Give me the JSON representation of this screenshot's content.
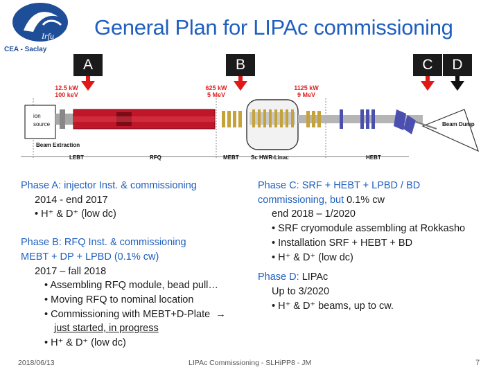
{
  "slide": {
    "title": "General Plan for LIPAc commissioning",
    "logo": {
      "top_text": "Irfu",
      "bottom_text": "CEA - Saclay"
    }
  },
  "markers": [
    {
      "letter": "A",
      "color": "#e01818"
    },
    {
      "letter": "B",
      "color": "#e01818"
    },
    {
      "letter": "C",
      "color": "#e01818"
    },
    {
      "letter": "D",
      "color": "#111111"
    }
  ],
  "diagram": {
    "beam_points": [
      {
        "power": "12.5 kW",
        "energy": "100 keV"
      },
      {
        "power": "625 kW",
        "energy": "5 MeV"
      },
      {
        "power": "1125 kW",
        "energy": "9 MeV"
      }
    ],
    "sections": {
      "ion_source": "ion source",
      "beam_extraction": "Beam Extraction",
      "lebt": "LEBT",
      "rfq": "RFQ",
      "mebt": "MEBT",
      "sc_hwr": "Sc HWR-Linac",
      "hebt": "HEBT",
      "beam_dump": "Beam Dump"
    },
    "colors": {
      "rfq": "#c0162a",
      "beamline": "#9a9a9a",
      "magnets": "#c6a23b",
      "quads": "#4b4fb0"
    }
  },
  "left_column": {
    "phase_a": {
      "label": "Phase A:",
      "desc": "injector Inst. & commissioning",
      "dates": "2014 - end 2017",
      "bullets": [
        "H⁺ & D⁺ (low dc)"
      ]
    },
    "phase_b": {
      "label": "Phase B:",
      "desc": "RFQ Inst. & commissioning",
      "line2": "MEBT + DP + LPBD (0.1% cw)",
      "dates": "2017 – fall 2018",
      "bullets": [
        "Assembling RFQ module, bead pull…",
        "Moving RFQ to nominal location",
        "Commissioning with MEBT+D-Plate",
        "H⁺ & D⁺ (low dc)"
      ],
      "bullet3_cont": "just started, in progress"
    }
  },
  "right_column": {
    "phase_c": {
      "label": "Phase C:",
      "desc": "SRF + HEBT + LPBD / BD",
      "line2_a": "commissioning, but ",
      "line2_b": "0.1% cw",
      "dates": "end 2018 – 1/2020",
      "bullets": [
        "SRF cryomodule assembling at Rokkasho",
        "Installation SRF + HEBT + BD",
        "H⁺ & D⁺ (low dc)"
      ]
    },
    "phase_d": {
      "label": "Phase D:",
      "desc": "LIPAc",
      "dates": "Up to 3/2020",
      "bullets": [
        "H⁺ & D⁺ beams, up to cw."
      ]
    }
  },
  "footer": {
    "date": "2018/06/13",
    "center": "LIPAc Commissioning - SLHiPP8 - JM",
    "page": "7"
  }
}
